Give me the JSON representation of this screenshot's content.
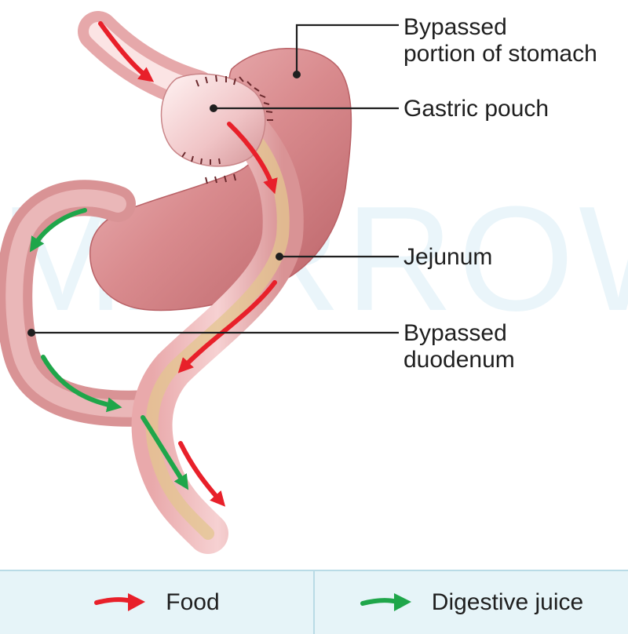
{
  "labels": {
    "bypassed_stomach_line1": "Bypassed",
    "bypassed_stomach_line2": "portion of stomach",
    "gastric_pouch": "Gastric pouch",
    "jejunum": "Jejunum",
    "bypassed_duodenum_line1": "Bypassed",
    "bypassed_duodenum_line2": "duodenum"
  },
  "watermark": "MARROW",
  "legend": {
    "food": "Food",
    "digestive_juice": "Digestive juice"
  },
  "colors": {
    "food_arrow": "#e8202a",
    "juice_arrow": "#1fa64a",
    "tissue": "#d98b8e",
    "tissue_dark": "#b96166",
    "jejunum_lining": "#e3c58f",
    "legend_bg": "#e6f4f8"
  }
}
